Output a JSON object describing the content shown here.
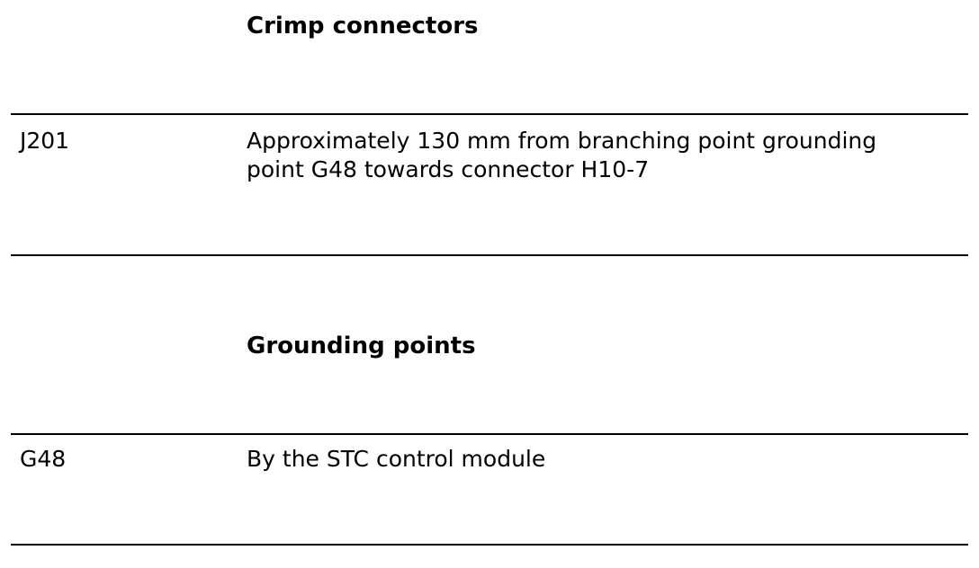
{
  "sections": [
    {
      "heading": "Crimp connectors",
      "rows": [
        {
          "code": "J201",
          "description_lines": [
            "Approximately 130 mm from branching point grounding",
            "point G48 towards connector H10-7"
          ]
        }
      ]
    },
    {
      "heading": "Grounding points",
      "rows": [
        {
          "code": "G48",
          "description_lines": [
            "By the STC control module"
          ]
        }
      ]
    }
  ]
}
